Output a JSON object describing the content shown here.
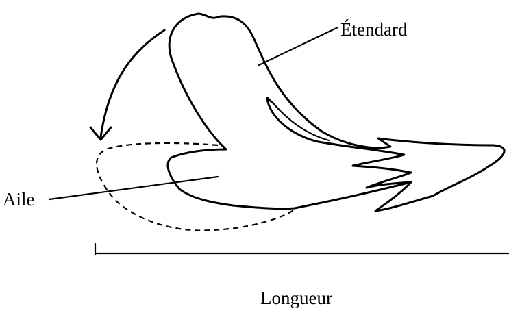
{
  "labels": {
    "standard": "Étendard",
    "wing": "Aile",
    "length": "Longueur"
  }
}
